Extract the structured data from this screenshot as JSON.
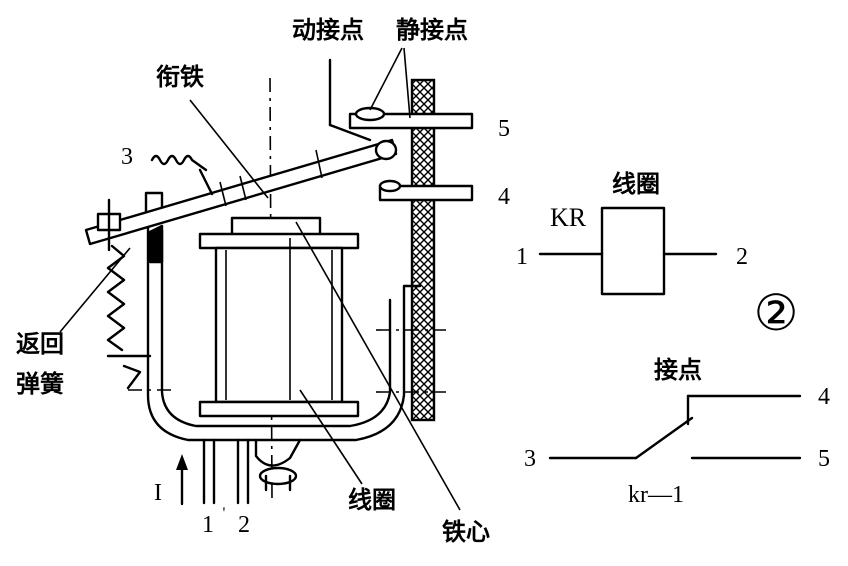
{
  "labels": {
    "moving_contact": "动接点",
    "static_contact": "静接点",
    "armature": "衔铁",
    "return_spring_line1": "返回",
    "return_spring_line2": "弹簧",
    "coil": "线圈",
    "iron_core": "铁心",
    "terminal_3": "3",
    "terminal_5": "5",
    "terminal_4": "4",
    "current": "I",
    "terminal_1prime": "1",
    "terminal_1prime_mark": "'",
    "terminal_2": "2"
  },
  "symbols": {
    "coil_symbol_label": "线圈",
    "coil_symbol_name": "KR",
    "coil_pin_1": "1",
    "coil_pin_2": "2",
    "figure_number": "②",
    "contact_label": "接点",
    "contact_pin_3": "3",
    "contact_pin_4": "4",
    "contact_pin_5": "5",
    "contact_name": "kr—1"
  }
}
